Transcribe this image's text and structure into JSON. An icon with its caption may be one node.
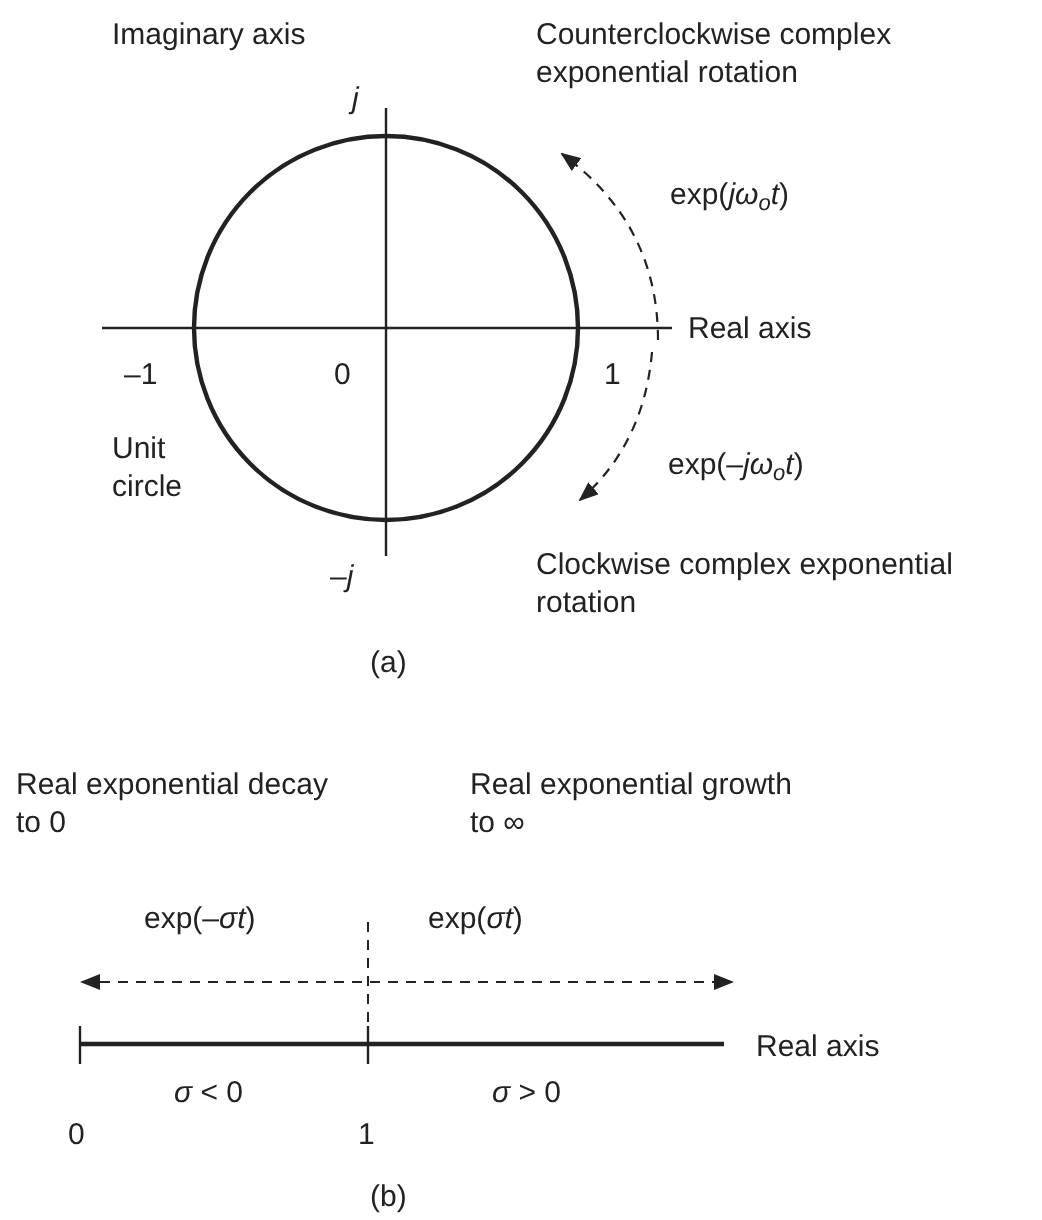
{
  "diagram": {
    "labels": [
      "Imaginary axis",
      "Counterclockwise complex exponential rotation",
      "j",
      "exp(*jω*$_{o}$*t*)",
      "Real axis",
      "–1",
      "0",
      "1",
      "Unit circle",
      "exp(–*jω*$_{o}$*t*)",
      "–j",
      "Clockwise complex exponential rotation",
      "(a)",
      "Real exponential decay to 0",
      "Real exponential growth to ∞",
      "exp(–*σt*)",
      "exp(*σt*)",
      "Real axis",
      "*σ* < 0",
      "*σ* > 0",
      "0",
      "1",
      "(b)"
    ]
  }
}
